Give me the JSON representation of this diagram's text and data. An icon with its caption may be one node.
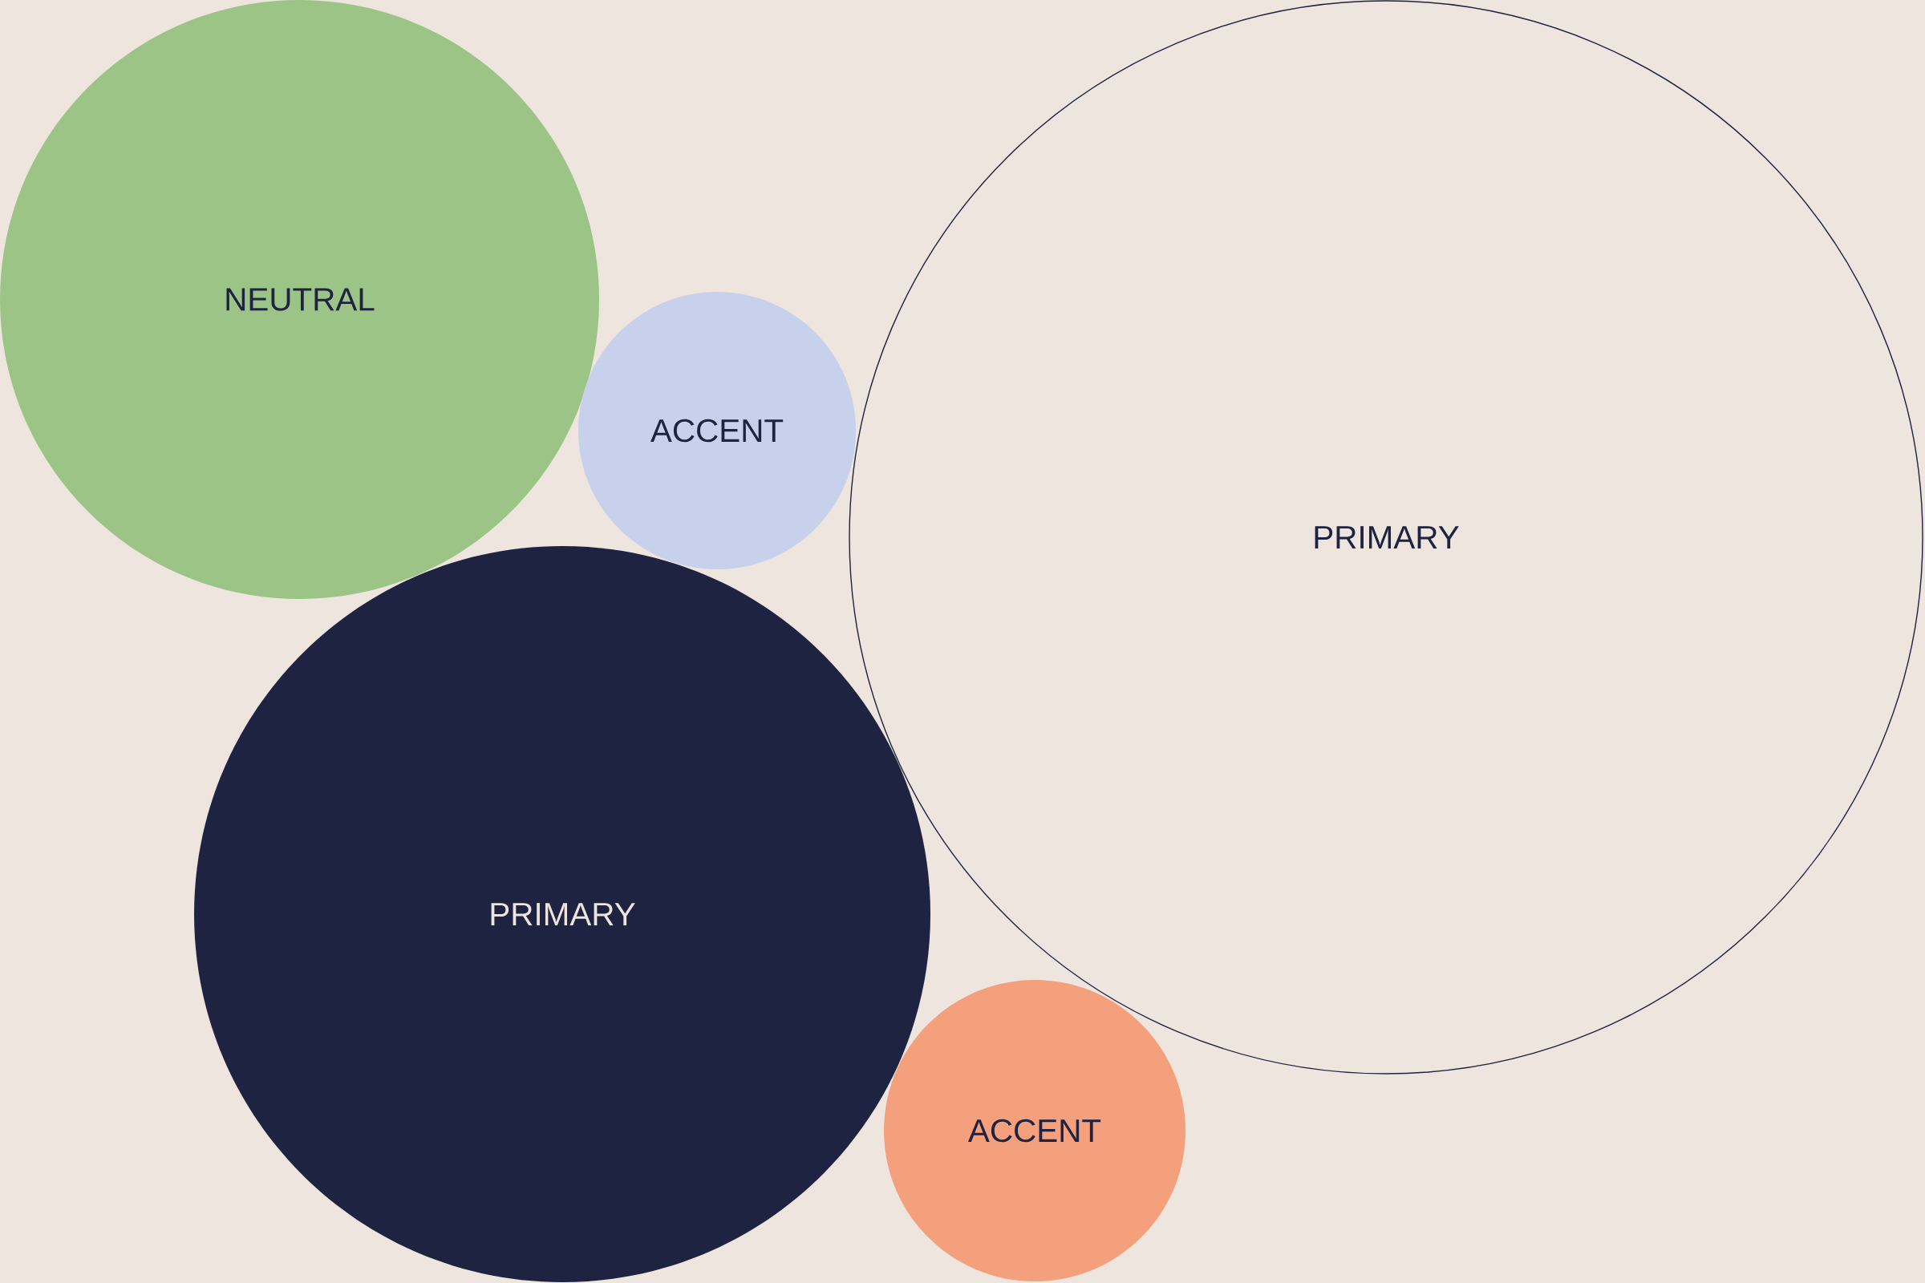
{
  "diagram": {
    "nodes": [
      {
        "text": [
          "NEUTRAL"
        ]
      },
      {
        "text": [
          "ACCENT"
        ]
      },
      {
        "text": [
          "PRIMARY"
        ]
      },
      {
        "text": [
          "PRIMARY"
        ]
      },
      {
        "text": [
          "ACCENT"
        ]
      }
    ]
  }
}
